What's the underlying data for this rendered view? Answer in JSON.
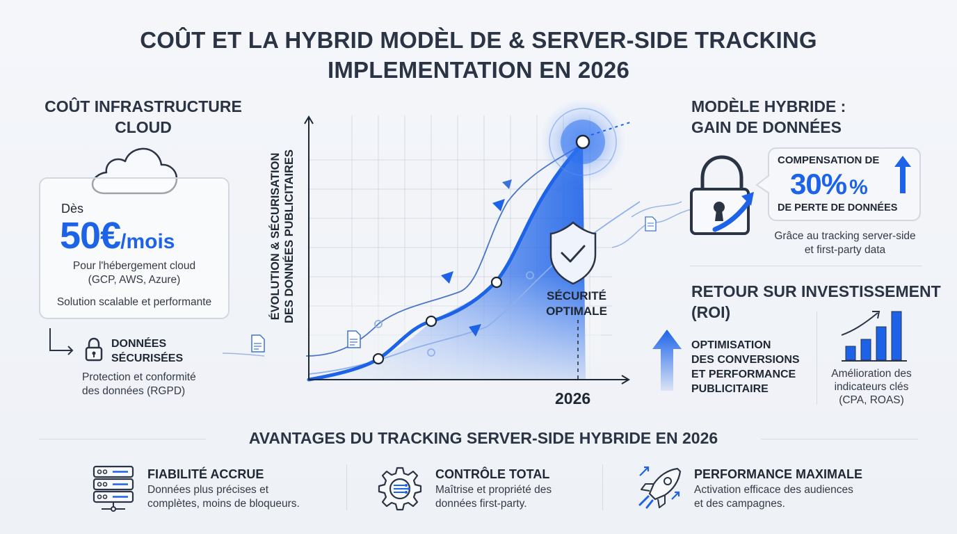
{
  "title_line1": "COÛT ET LA HYBRID MODÈL DE & SERVER-SIDE TRACKING",
  "title_line2": "IMPLEMENTATION EN 2026",
  "colors": {
    "accent": "#1d63e8",
    "text": "#2b3444",
    "muted": "#333a46"
  },
  "left": {
    "heading_line1": "COÛT INFRASTRUCTURE",
    "heading_line2": "CLOUD",
    "cloud_icon": "cloud-icon",
    "from": "Dès",
    "price": "50€",
    "per": "/mois",
    "hosting_line1": "Pour l'hébergement cloud",
    "hosting_line2": "(GCP, AWS, Azure)",
    "scalable": "Solution scalable et performante",
    "secure_title_line1": "DONNÉES",
    "secure_title_line2": "SÉCURISÉES",
    "secure_icon": "lock-icon",
    "secure_text_line1": "Protection et conformité",
    "secure_text_line2": "des données (RGPD)"
  },
  "center": {
    "ylabel_line1": "ÉVOLUTION & SÉCURISATION",
    "ylabel_line2": "DES DONNÉES PUBLICITAIRES",
    "year": "2026",
    "security_line1": "SÉCURITÉ",
    "security_line2": "OPTIMALE",
    "shield_icon": "shield-check-icon"
  },
  "right": {
    "hybrid_heading_line1": "MODÈLE HYBRIDE :",
    "hybrid_heading_line2": "GAIN DE DONNÉES",
    "comp_label": "COMPENSATION DE",
    "comp_value": "30%",
    "comp_unit": "%",
    "comp_tail": "DE PERTE DE DONNÉES",
    "thanks_line1": "Grâce au tracking server-side",
    "thanks_line2": "et first-party data",
    "roi_heading_line1": "RETOUR SUR INVESTISSEMENT",
    "roi_heading_line2": "(ROI)",
    "optim_line1": "OPTIMISATION",
    "optim_line2": "DES CONVERSIONS",
    "optim_line3": "ET PERFORMANCE",
    "optim_line4": "PUBLICITAIRE",
    "kpi_line1": "Amélioration des",
    "kpi_line2": "indicateurs clés",
    "kpi_line3": "(CPA, ROAS)"
  },
  "benefits": {
    "heading": "AVANTAGES DU TRACKING SERVER-SIDE HYBRIDE EN 2026",
    "items": [
      {
        "icon": "server-icon",
        "title": "FIABILITÉ ACCRUE",
        "line1": "Données plus précises et",
        "line2": "complètes, moins de bloqueurs."
      },
      {
        "icon": "gear-icon",
        "title": "CONTRÔLE TOTAL",
        "line1": "Maîtrise et propriété des",
        "line2": "données first-party."
      },
      {
        "icon": "rocket-icon",
        "title": "PERFORMANCE MAXIMALE",
        "line1": "Activation efficace des audiences",
        "line2": "et des campagnes."
      }
    ]
  }
}
